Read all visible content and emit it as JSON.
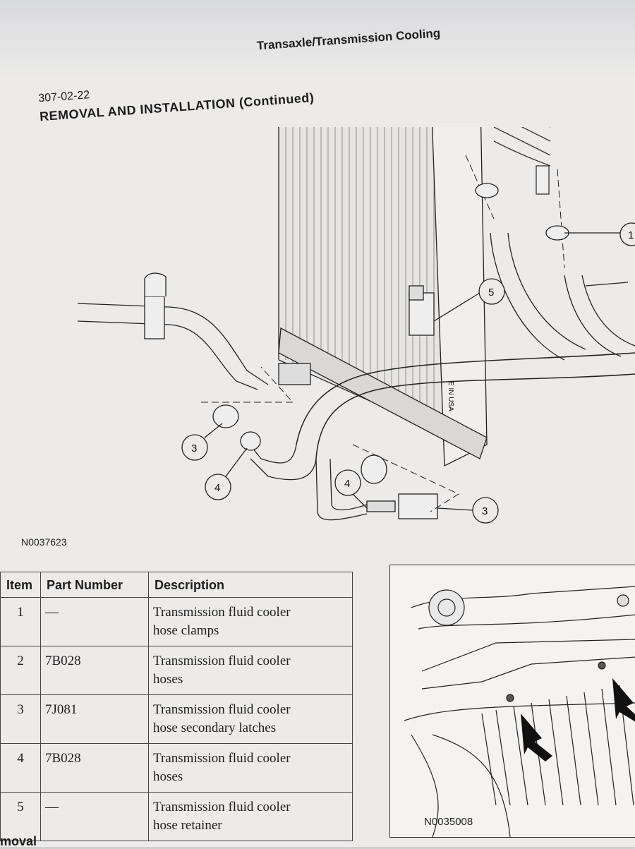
{
  "header": {
    "page_number": "307-02-22",
    "section_title": "Transaxle/Transmission Cooling",
    "procedure_title": "REMOVAL AND INSTALLATION (Continued)"
  },
  "figure": {
    "id": "N0037623",
    "callouts": [
      "1",
      "5",
      "3",
      "4",
      "4",
      "3"
    ],
    "radiator_label": "E IN USA"
  },
  "parts_table": {
    "headers": [
      "Item",
      "Part Number",
      "Description"
    ],
    "rows": [
      {
        "item": "1",
        "part_number": "—",
        "desc_line1": "Transmission fluid cooler",
        "desc_line2": "hose clamps"
      },
      {
        "item": "2",
        "part_number": "7B028",
        "desc_line1": "Transmission fluid cooler",
        "desc_line2": "hoses"
      },
      {
        "item": "3",
        "part_number": "7J081",
        "desc_line1": "Transmission fluid cooler",
        "desc_line2": "hose secondary latches"
      },
      {
        "item": "4",
        "part_number": "7B028",
        "desc_line1": "Transmission fluid cooler",
        "desc_line2": "hoses"
      },
      {
        "item": "5",
        "part_number": "—",
        "desc_line1": "Transmission fluid cooler",
        "desc_line2": "hose retainer"
      }
    ]
  },
  "photo": {
    "id": "N0035008"
  },
  "footer": {
    "partial_text": "moval"
  }
}
